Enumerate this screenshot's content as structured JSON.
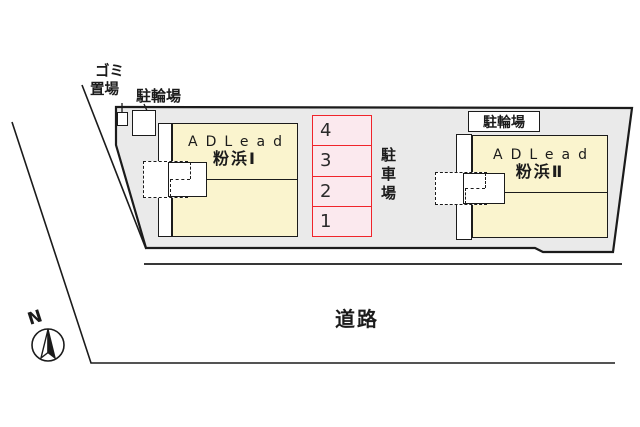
{
  "labels": {
    "garbage_line1": "ゴミ",
    "garbage_line2": "置場",
    "bicycle_left": "駐輪場",
    "bicycle_right": "駐輪場",
    "parking_lot": "駐車場",
    "road": "道路"
  },
  "buildings": [
    {
      "name_en": "ADLead",
      "name_jp": "粉浜Ⅰ"
    },
    {
      "name_en": "ADLead",
      "name_jp": "粉浜Ⅱ"
    }
  ],
  "parking": {
    "stalls": [
      {
        "number": "4"
      },
      {
        "number": "3"
      },
      {
        "number": "2"
      },
      {
        "number": "1"
      }
    ]
  },
  "compass": {
    "north_label": "N"
  },
  "colors": {
    "site-fill": "#EAEAEA",
    "building-fill": "#FAF4CE",
    "stall-fill": "#FBE9EE",
    "stall-border": "#F0242B",
    "line": "#1B1B1B",
    "text": "#1B1B1B"
  }
}
